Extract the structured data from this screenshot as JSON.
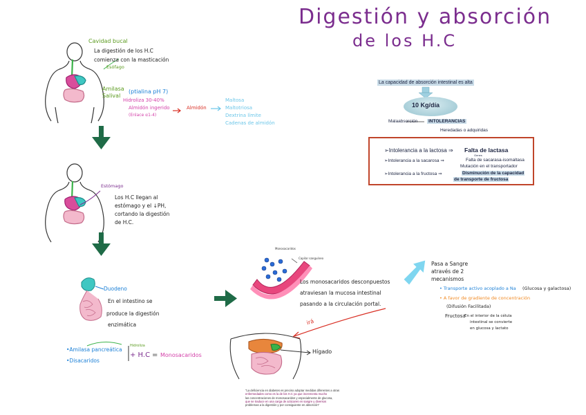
{
  "title": {
    "line1": "Digestión y absorción",
    "line2": "de los H.C"
  },
  "step1": {
    "cavidad_bucal": "Cavidad bucal",
    "text1": "La digestión de los H.C",
    "text2": "comienza con la masticación",
    "esofago": "Esófago",
    "amilasa1": "Amilasa",
    "amilasa2": "Salival",
    "ptialina": "(ptialina pH 7)",
    "hidroliza": "Hidroliza 30-40%",
    "almidon": "Almidón ingerido",
    "enlace": "(Enlace α1-4)",
    "arrow_label": "Almidón",
    "products": [
      "Maltosa",
      "Maltotriosa",
      "Dextrina límite",
      "Cadenas de almidón"
    ]
  },
  "step2": {
    "estomago": "Estómago",
    "lines": [
      "Los H.C llegan al",
      "estómago y el ↓PH,",
      "cortando la digestión",
      "de H.C."
    ]
  },
  "step3": {
    "duodeno": "Duodeno",
    "lines": [
      "En el intestino se",
      "produce la digestión",
      "enzimática"
    ],
    "amilasa_pancreatica": "•Amilasa pancreática",
    "disacaridos": "•Disacaridos",
    "hidroliza_small": "Hidroliza",
    "hc": "+ H.C",
    "equals": "=",
    "monosacaridos": "Monosacaridos"
  },
  "absorption": {
    "lines": [
      "Los monosacaridos desconpuestos",
      "atraviesan la mucosa intestinal",
      "pasando a la circulación portal."
    ],
    "ira": "irá",
    "higado": "Hígado",
    "villi_label1": "Monosacaridos",
    "villi_label2": "Capilar sanguíneo"
  },
  "transport": {
    "pasa1": "Pasa a Sangre",
    "pasa2": "através de 2",
    "pasa3": "mecanismos",
    "activo_a": "• Transporte activo acoplado a Na",
    "activo_b": "(Glucosa y galactosa)",
    "favor_a": "• A favor de gradiente de concentración",
    "favor_b": "(Difusión Facilitada)",
    "fructosa": "Fructosa",
    "fructosa_lines": [
      "En el interior de la célula",
      "intestinal se convierte",
      "en glucosa y lactato"
    ]
  },
  "panel": {
    "header": "La capacidad de absorción intestinal es alta",
    "oval": "10 Kg/día",
    "malabsorcion": "Malaabsorción",
    "intolerancias": "INTOLERANCIAS",
    "heredadas": "Heredadas o adquiridas",
    "row1_left": "➢Intolerancia a la lactosa ⇒",
    "row1_right": "Falta de lactasa",
    "row2_left": "➢Intolerancia a la sacarosa ⇒",
    "row2_right": "Falta de sacarasa-isomaltasa",
    "row2_sub": "Mutación en el transportador",
    "row2_small": "Genes",
    "row3_left": "➢Intolerancia a la fructosa ⇒",
    "row3_right1": "Disminución de la capacidad",
    "row3_right2": "de transporte de fructosa"
  },
  "quote": {
    "l1": "\"La deficiencia en diabetes es preciso adoptar medidas diferentes a otras",
    "l2": "enfermedades como es la de los H.C ya que incrementa mucho",
    "l3": "las concentraciones de monosacaridos y especialmente de glucosa,",
    "l4": "que se traduce en una carga de azúcares en sangre y diversos",
    "l5": "problemas a la digestión y por consiguiente en absorción\""
  },
  "colors": {
    "title": "#7b2d8e",
    "green_arrow": "#1f6b47",
    "panel_border": "#c0452a",
    "blue": "#1a7fd6",
    "pink": "#d33fa8",
    "light_blue": "#6cc6e8"
  }
}
